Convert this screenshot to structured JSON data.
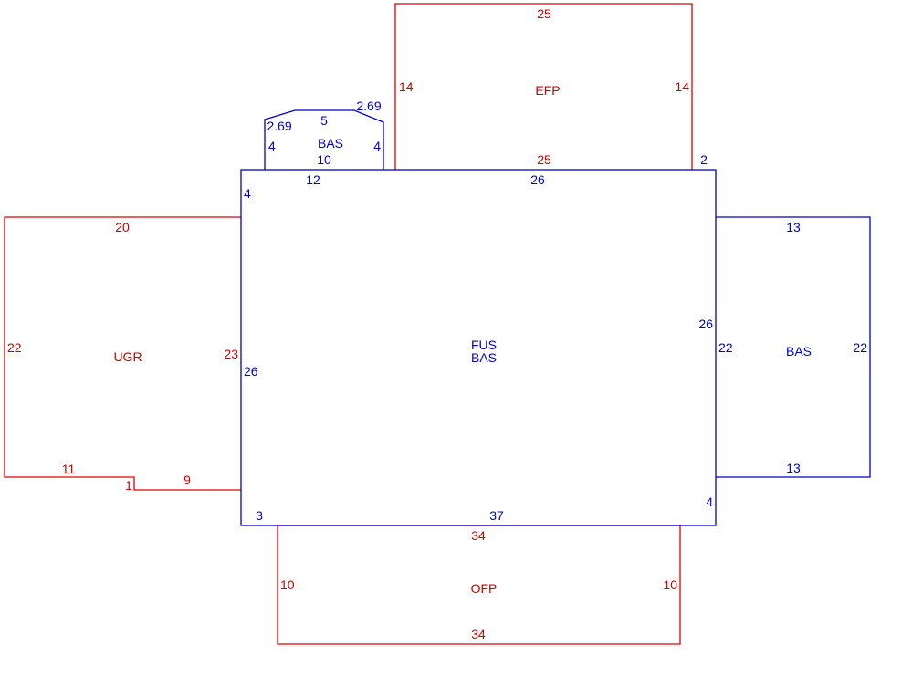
{
  "colors": {
    "red": "#e00000",
    "blue": "#0000cc"
  },
  "areas": {
    "efp": {
      "name": "EFP",
      "top": "25",
      "bottom": "25",
      "left": "14",
      "right": "14"
    },
    "bas_small": {
      "name": "BAS",
      "top": "5",
      "diag_left": "2.69",
      "diag_right": "2.69",
      "left": "4",
      "right": "4",
      "bottom": "10"
    },
    "main": {
      "name1": "FUS",
      "name2": "BAS",
      "top_left": "12",
      "top_right": "26",
      "left_upper": "4",
      "left": "26",
      "right": "26",
      "right_top": "2",
      "right_bottom": "4",
      "bottom_left": "3",
      "bottom": "37"
    },
    "ugr": {
      "name": "UGR",
      "top": "20",
      "left": "22",
      "right": "23",
      "bottom_left": "11",
      "step": "1",
      "bottom_right": "9"
    },
    "bas_right": {
      "name": "BAS",
      "top": "13",
      "bottom": "13",
      "left": "22",
      "right": "22"
    },
    "ofp": {
      "name": "OFP",
      "top": "34",
      "bottom": "34",
      "left": "10",
      "right": "10"
    }
  }
}
